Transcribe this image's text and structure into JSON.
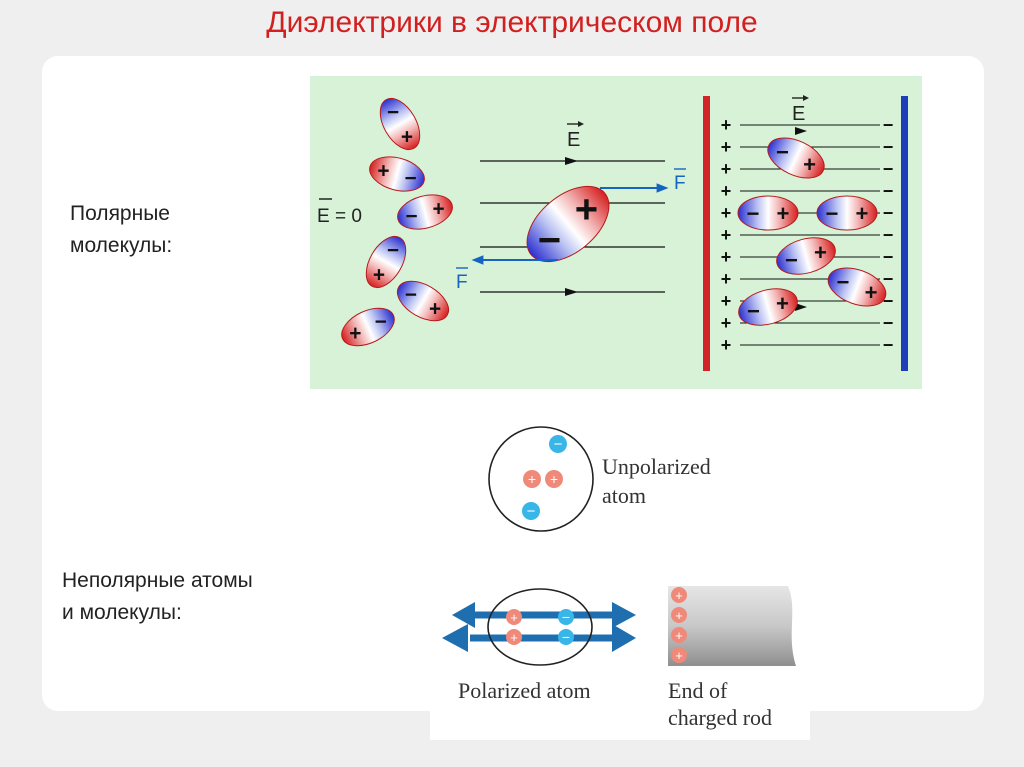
{
  "title": "Диэлектрики в электрическом поле",
  "polar": {
    "caption_line1": "Полярные",
    "caption_line2": "молекулы:",
    "e_zero_label": "E = 0",
    "field_label": "E",
    "force_label": "F",
    "plus": "+",
    "minus": "−"
  },
  "nonpolar": {
    "caption_line1": "Неполярные атомы",
    "caption_line2": "и молекулы:",
    "unpolarized_line1": "Unpolarized",
    "unpolarized_line2": "atom",
    "polarized_label": "Polarized atom",
    "rod_line1": "End of",
    "rod_line2": "charged rod"
  },
  "colors": {
    "title": "#d21f1f",
    "diagram_background": "#d8f2d8",
    "positive_plate": "#d2232a",
    "negative_plate": "#1f3fb8",
    "force_arrow": "#1565c0",
    "field_arrow": "#1f6fb0"
  }
}
